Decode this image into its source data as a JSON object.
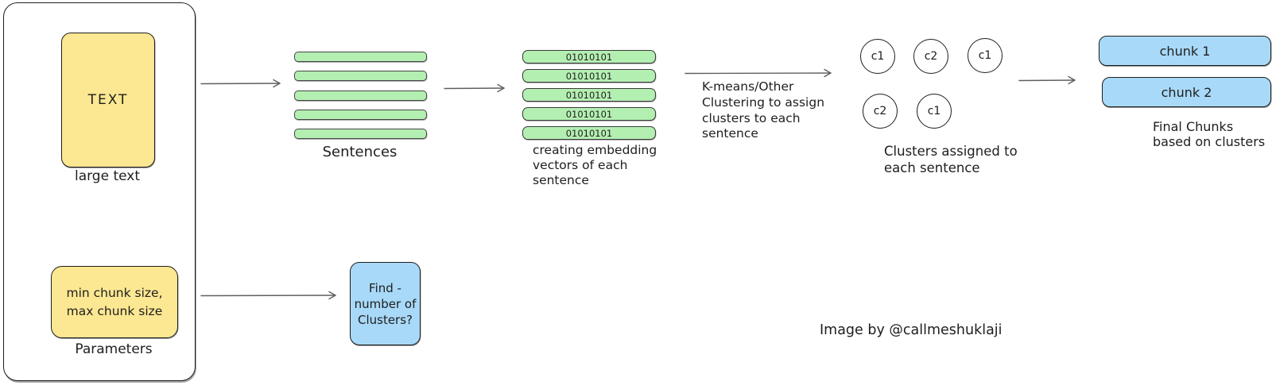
{
  "colors": {
    "yellow_fill": "#fce792",
    "green_fill": "#b4efb2",
    "blue_fill": "#a8d9f8",
    "stroke": "#1e1e1e",
    "arrow": "#5f5f5f"
  },
  "input_group": {
    "text_box_label": "TEXT",
    "text_box_caption": "large text",
    "params_lines": [
      "min chunk size,",
      "max chunk size"
    ],
    "params_caption": "Parameters"
  },
  "sentences": {
    "bar_count": 5,
    "caption": "Sentences"
  },
  "embeddings": {
    "rows": [
      "01010101",
      "01010101",
      "01010101",
      "01010101",
      "01010101"
    ],
    "caption_lines": [
      "creating embedding",
      "vectors of each",
      "sentence"
    ]
  },
  "kmeans": {
    "label_lines": [
      "K-means/Other",
      "Clustering to assign",
      "clusters to each",
      "sentence"
    ]
  },
  "clusters": {
    "circles": [
      "c1",
      "c2",
      "c1",
      "c2",
      "c1"
    ],
    "caption_lines": [
      "Clusters assigned to",
      "each sentence"
    ]
  },
  "chunks": {
    "items": [
      "chunk 1",
      "chunk 2"
    ],
    "caption_lines": [
      "Final Chunks",
      "based on clusters"
    ]
  },
  "find_clusters": {
    "lines": [
      "Find -",
      "number of",
      "Clusters?"
    ]
  },
  "credit": "Image by @callmeshuklaji"
}
